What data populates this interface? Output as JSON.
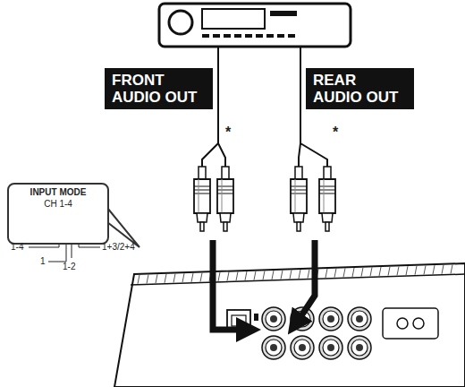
{
  "diagram": {
    "nodes": [
      {
        "text": [
          "FRONT AUDIO OUT"
        ]
      },
      {
        "text": [
          "REAR AUDIO OUT"
        ]
      },
      {
        "text": [
          "INPUT MODE",
          "CH 1-4"
        ]
      }
    ],
    "labels": [
      "*",
      "*",
      "1-4",
      "1",
      "1-2",
      "1+3/2+4"
    ]
  }
}
